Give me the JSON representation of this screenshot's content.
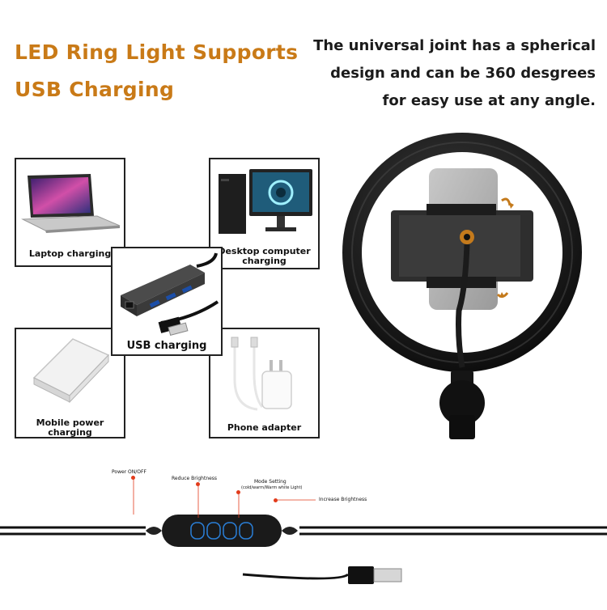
{
  "headline": {
    "left_line1": "LED Ring Light Supports",
    "left_line2": "USB Charging",
    "right_line1": "The universal joint has a spherical",
    "right_line2": "design and can be 360 desgrees",
    "right_line3": "for easy use at any angle."
  },
  "panels": {
    "laptop": "Laptop charging",
    "desktop": "Desktop computer charging",
    "usb": "USB charging",
    "mobile_power": "Mobile power charging",
    "phone_adapter": "Phone adapter"
  },
  "controller": {
    "power": "Power ON/OFF",
    "reduce": "Reduce Brightness",
    "mode": "Mode Setting",
    "mode_sub": "(cold/warm/Warm white Light)",
    "increase": "Increase Brightness"
  },
  "colors": {
    "headline_accent": "#c97a17",
    "marker_red": "#e23b1b",
    "button_glow": "#2a7fd8"
  }
}
